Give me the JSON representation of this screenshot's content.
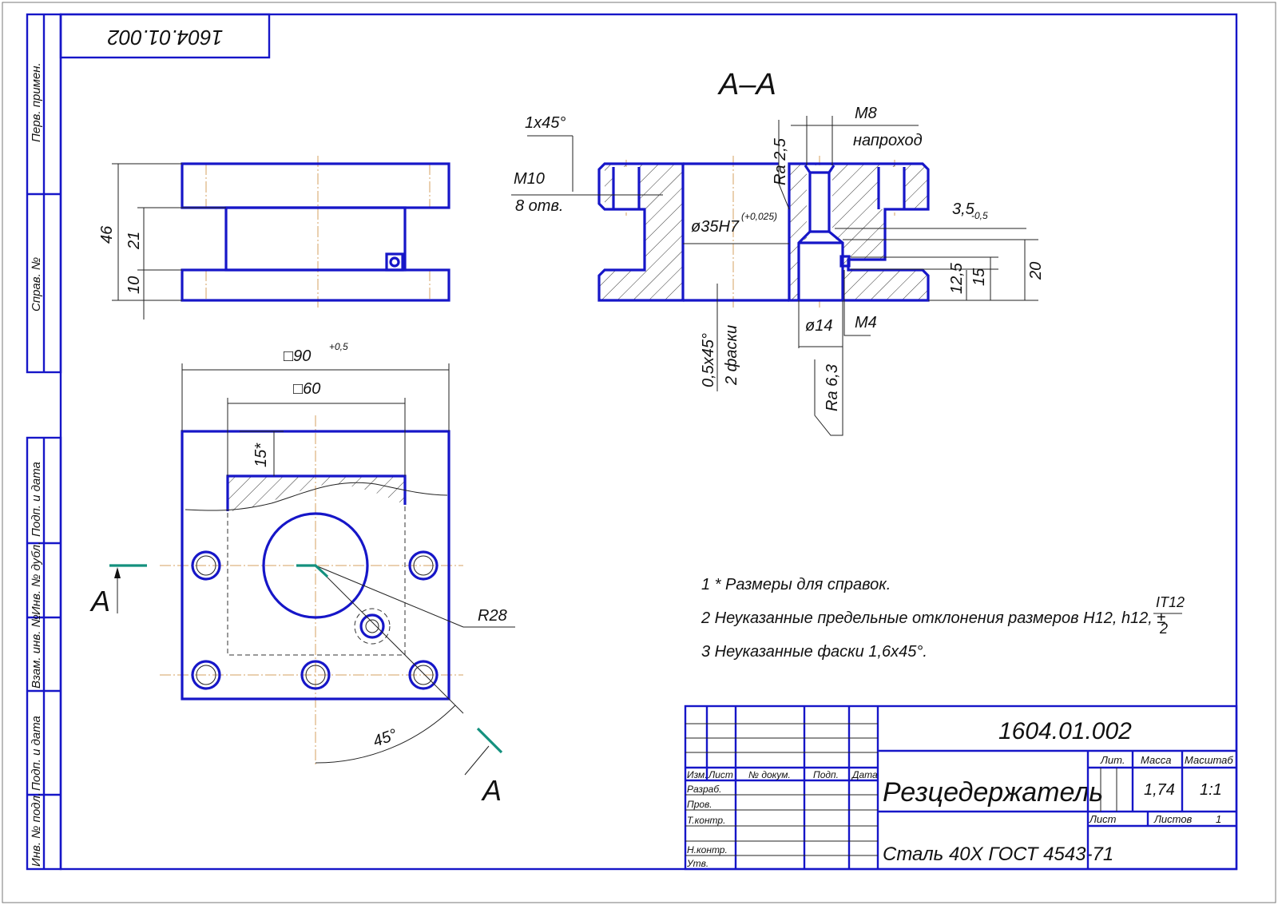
{
  "stamp_side": {
    "perv_primen": "Перв. примен.",
    "sprav_no": "Справ. №",
    "podp_data_1": "Подп. и дата",
    "inv_dubl": "Инв. № дубл.",
    "vzam_inv": "Взам. инв. №",
    "podp_data_2": "Подп. и дата",
    "inv_podl": "Инв. № подл."
  },
  "top_code_rotated": "1604.01.002",
  "front_view": {
    "dim_46": "46",
    "dim_21": "21",
    "dim_10": "10"
  },
  "plan_view": {
    "dim_90": "□90",
    "dim_90_tol": "+0,5",
    "dim_60": "□60",
    "dim_15": "15*",
    "radius": "R28",
    "angle": "45°",
    "section_mark_left": "A",
    "section_mark_right": "A"
  },
  "section": {
    "title": "A–A",
    "chamfer_1": "1x45°",
    "m10": "M10",
    "m10_count": "8 отв.",
    "m8": "M8",
    "m8_note": "напроход",
    "ra_25": "Ra 2,5",
    "bore": "ø35H7",
    "bore_tol": "(+0,025)",
    "dim_35": "3,5",
    "dim_35_tol": "-0,5",
    "dim_20": "20",
    "dim_15": "15",
    "dim_125": "12,5",
    "m4": "M4",
    "d14": "ø14",
    "ra_63": "Ra 6,3",
    "chamfer_2": "0,5x45°",
    "chamfer_2_count": "2 фаски"
  },
  "notes": [
    "1  * Размеры для справок.",
    "2  Неуказанные предельные отклонения размеров H12, h12, ±",
    "3  Неуказанные фаски 1,6x45°."
  ],
  "note_fraction": {
    "num": "IT12",
    "den": "2"
  },
  "title_block": {
    "designation": "1604.01.002",
    "name": "Резцедержатель",
    "material": "Сталь 40Х  ГОСТ 4543-71",
    "headers": {
      "izm": "Изм.",
      "list": "Лист",
      "doc": "№ докум.",
      "podp": "Подп.",
      "data": "Дата"
    },
    "roles": {
      "razrab": "Разраб.",
      "prov": "Пров.",
      "tkontr": "Т.контр.",
      "nkontr": "Н.контр.",
      "utv": "Утв."
    },
    "lit": "Лит.",
    "massa_label": "Масса",
    "masshtab_label": "Масштаб",
    "massa": "1,74",
    "masshtab": "1:1",
    "list_label": "Лист",
    "listov_label": "Листов",
    "listov": "1"
  },
  "colors": {
    "outline": "#1616c8",
    "section_mark": "#14907e",
    "centerline": "#d4a060"
  }
}
